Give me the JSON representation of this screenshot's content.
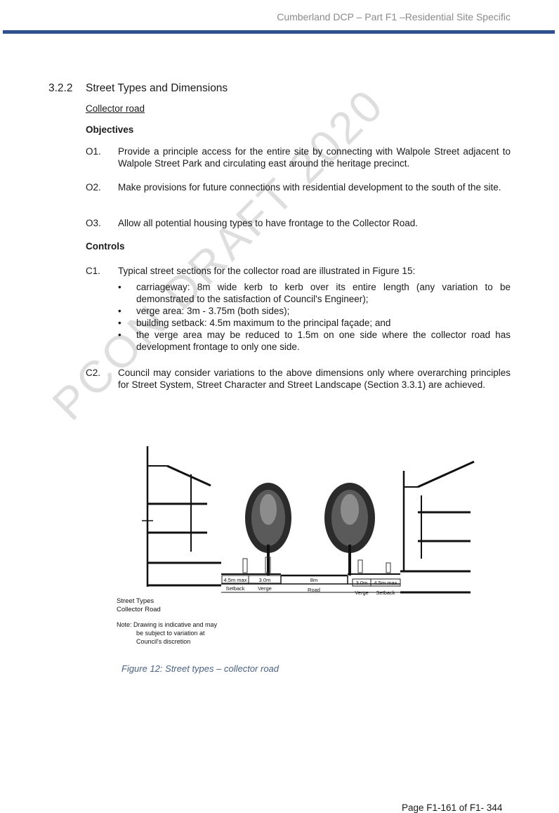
{
  "header": {
    "text": "Cumberland DCP – Part F1 –Residential Site Specific"
  },
  "section": {
    "number": "3.2.2",
    "title": "Street Types and Dimensions"
  },
  "subsection": "Collector road",
  "objectives": {
    "heading": "Objectives",
    "items": [
      {
        "code": "O1.",
        "text": "Provide a principle access for the entire site by connecting with Walpole Street adjacent to Walpole Street Park and circulating east around the heritage precinct."
      },
      {
        "code": "O2.",
        "text": "Make provisions for future connections with residential development to the south of the site."
      },
      {
        "code": "O3.",
        "text": "Allow all potential housing types to have frontage to the Collector Road."
      }
    ]
  },
  "controls": {
    "heading": "Controls",
    "items": [
      {
        "code": "C1.",
        "text": "Typical street sections for the collector road are illustrated in Figure 15:"
      },
      {
        "code": "C2.",
        "text": "Council may consider variations to the above dimensions only where overarching principles for Street System, Street Character and Street Landscape (Section 3.3.1) are achieved."
      }
    ],
    "bullets": [
      "carriageway: 8m wide kerb to kerb over its entire length (any variation to be demonstrated to the satisfaction of Council's Engineer);",
      "verge area: 3m - 3.75m (both sides);",
      "building setback: 4.5m maximum to the principal façade; and",
      "the verge area may be reduced to 1.5m on one side where the collector road has development frontage to only one side."
    ]
  },
  "watermark": "PCON DRAFT 2020",
  "figure": {
    "dimensions": [
      "4.5m max",
      "3.0m",
      "8m",
      "3.0m",
      "4.5m max"
    ],
    "zone_labels": [
      "Setback",
      "Verge",
      "Road",
      "Verge",
      "Setback"
    ],
    "title_line1": "Street Types",
    "title_line2": "Collector Road",
    "note_line1": "Note: Drawing is indicative and may",
    "note_line2": "be subject to variation at",
    "note_line3": "Council's discretion",
    "caption": "Figure 12: Street types – collector road"
  },
  "footer": {
    "page": "Page F1-161 of F1- 344"
  }
}
